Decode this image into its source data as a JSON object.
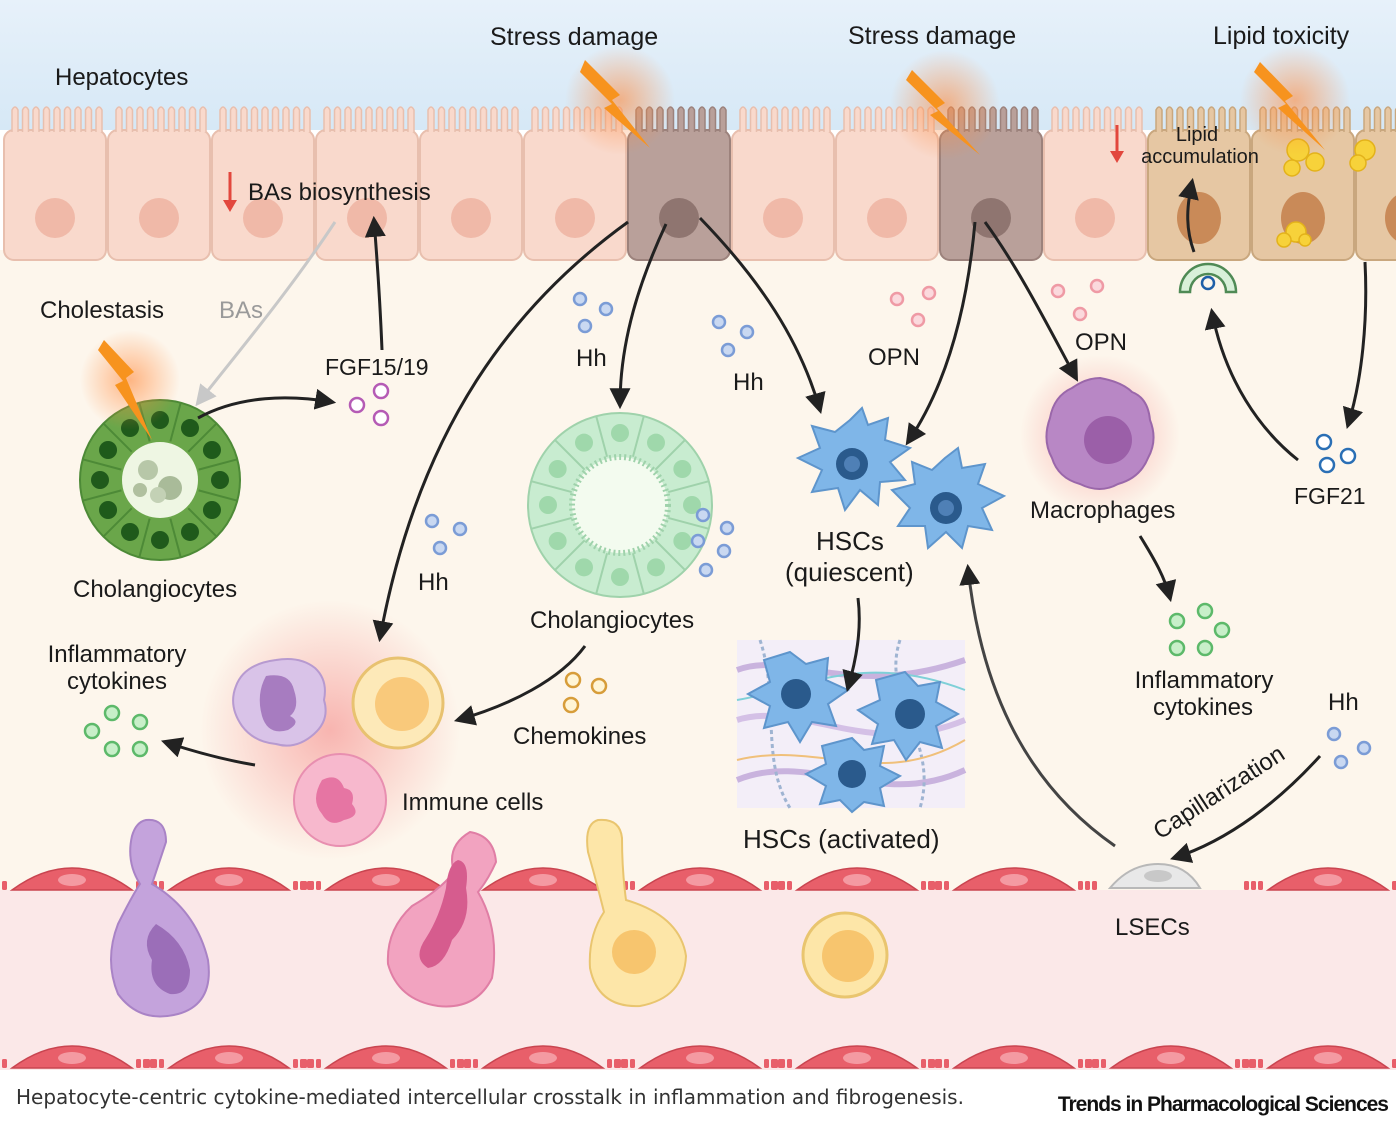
{
  "labels": {
    "hepatocytes": "Hepatocytes",
    "stress_damage_1": "Stress damage",
    "stress_damage_2": "Stress damage",
    "lipid_toxicity": "Lipid toxicity",
    "bas_biosynthesis": "BAs biosynthesis",
    "lipid_accumulation_1": "Lipid",
    "lipid_accumulation_2": "accumulation",
    "cholestasis": "Cholestasis",
    "bas": "BAs",
    "fgf15_19": "FGF15/19",
    "cholangiocytes_left": "Cholangiocytes",
    "hh_1": "Hh",
    "hh_2": "Hh",
    "hh_3": "Hh",
    "hh_4": "Hh",
    "opn_1": "OPN",
    "opn_2": "OPN",
    "macrophages": "Macrophages",
    "fgf21": "FGF21",
    "hscs_quiescent_1": "HSCs",
    "hscs_quiescent_2": "(quiescent)",
    "cholangiocytes_center": "Cholangiocytes",
    "inflammatory_cytokines_left_1": "Inflammatory",
    "inflammatory_cytokines_left_2": "cytokines",
    "inflammatory_cytokines_right_1": "Inflammatory",
    "inflammatory_cytokines_right_2": "cytokines",
    "chemokines": "Chemokines",
    "immune_cells": "Immune cells",
    "hscs_activated": "HSCs (activated)",
    "capillarization": "Capillarization",
    "lsecs": "LSECs"
  },
  "caption": "Hepatocyte-centric cytokine-mediated intercellular crosstalk in inflammation and fibrogenesis.",
  "journal": "Trends in Pharmacological Sciences",
  "colors": {
    "hepatocyte": "#f9d9cc",
    "damaged_hepatocyte": "#b9a09a",
    "lipid_hepatocyte": "#e6c7a3",
    "lightning": "#f7931e",
    "arrow": "#222222",
    "cholangiocyte_green": "#5f9e45",
    "hsc_blue": "#6aa8e0",
    "macrophage": "#a779b5",
    "cytokine_green": "#5db96a",
    "hh_blue": "#7b9cd6",
    "opn_pink": "#ef9aa5",
    "endothelium": "#e85f6a"
  },
  "icons": [
    "lightning-icon",
    "down-arrow-icon",
    "receptor-icon"
  ]
}
